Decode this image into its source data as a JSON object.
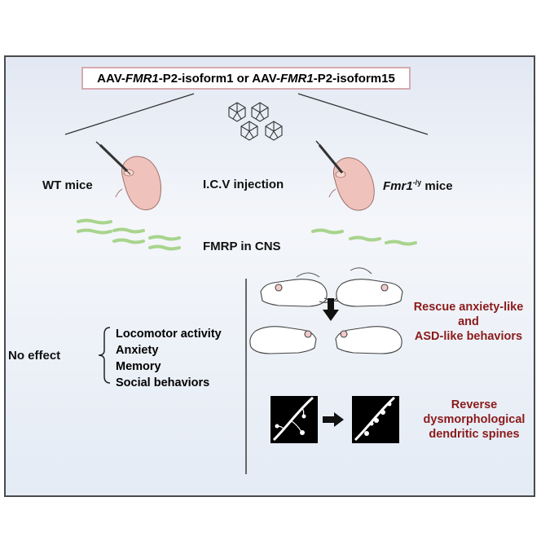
{
  "vector": {
    "prefix": "AAV-",
    "gene1": "FMR1",
    "mid1": "-P2-isoform1 or AAV-",
    "gene2": "FMR1",
    "mid2": "-P2-isoform15"
  },
  "groups": {
    "wt_label": "WT mice",
    "ko_gene": "Fmr1",
    "ko_sup": "-/y",
    "ko_suffix": " mice"
  },
  "injection_label": "I.C.V injection",
  "fmrp_label": "FMRP in CNS",
  "wt_outcome": {
    "label": "No effect",
    "items": [
      "Locomotor activity",
      "Anxiety",
      "Memory",
      "Social behaviors"
    ]
  },
  "ko_outcomes": {
    "rescue_line1": "Rescue anxiety-like",
    "rescue_line2": "and",
    "rescue_line3": "ASD-like behaviors",
    "reverse_line1": "Reverse",
    "reverse_line2": "dysmorphological",
    "reverse_line3": "dendritic spines"
  },
  "colors": {
    "frame": "#4a4a4a",
    "panel_bg": "#e8edf6",
    "title_border": "#d7aab0",
    "mouse_pink": "#efc3bc",
    "fmrp_green": "#a8d48c",
    "outcome_red": "#8b1a1a"
  }
}
